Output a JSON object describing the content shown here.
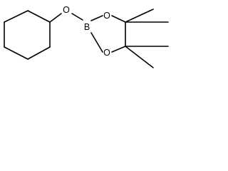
{
  "molecule": {
    "atoms": {
      "ether_oxygen": "O",
      "boron": "B",
      "ring_oxygen_top": "O",
      "ring_oxygen_bottom": "O"
    }
  },
  "colors": {
    "bond": "#000000",
    "background": "#ffffff"
  }
}
